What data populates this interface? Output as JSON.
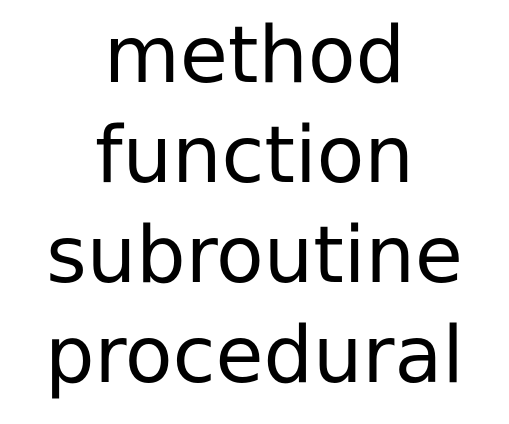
{
  "words": [
    "method",
    "function",
    "subroutine",
    "procedural"
  ],
  "colors": {
    "background": "#ffffff",
    "text": "#000000"
  }
}
